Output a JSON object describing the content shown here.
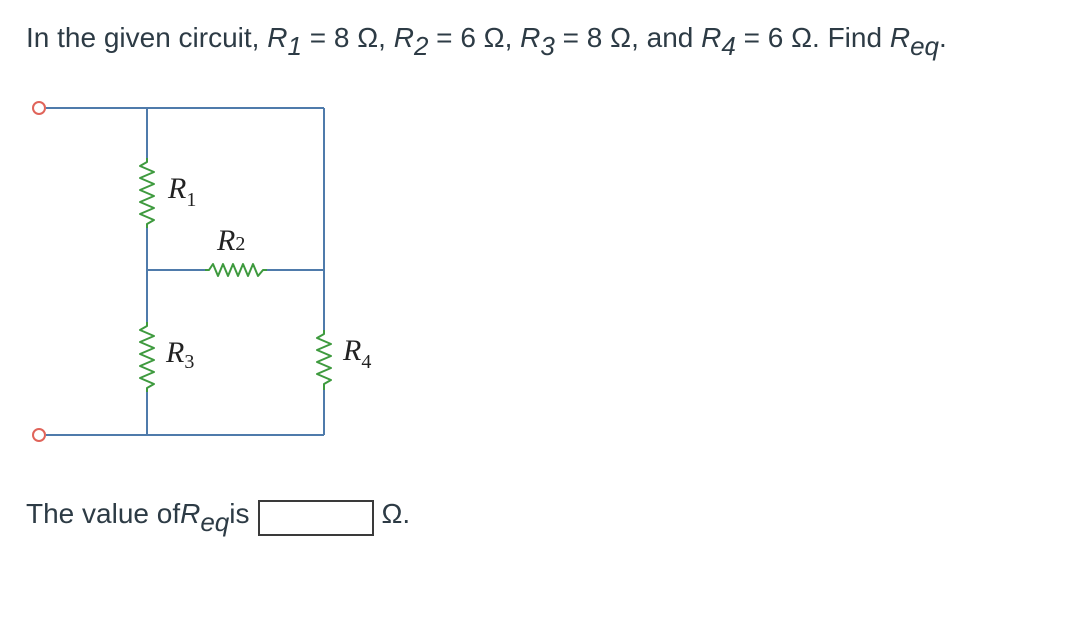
{
  "question": {
    "prefix": "In the given circuit, ",
    "r1_var": "R",
    "r1_sub": "1",
    "r1_value": " = 8 Ω, ",
    "r2_var": "R",
    "r2_sub": "2",
    "r2_value": " = 6 Ω, ",
    "r3_var": "R",
    "r3_sub": "3",
    "r3_value": " = 8 Ω, and ",
    "r4_var": "R",
    "r4_sub": "4",
    "r4_value": " = 6 Ω. Find ",
    "req_var": "R",
    "req_sub": "eq",
    "suffix": "."
  },
  "circuit": {
    "labels": {
      "r1": {
        "main": "R",
        "sub": "1"
      },
      "r2": {
        "main": "R",
        "sub": "2"
      },
      "r3": {
        "main": "R",
        "sub": "3"
      },
      "r4": {
        "main": "R",
        "sub": "4"
      }
    },
    "colors": {
      "wire": "#4f7bab",
      "resistor": "#3e9a3e",
      "terminal": "#e0645a"
    }
  },
  "answer": {
    "prefix": "The value of ",
    "req_var": "R",
    "req_sub": "eq",
    "mid": " is",
    "input_value": "",
    "unit": "Ω."
  }
}
